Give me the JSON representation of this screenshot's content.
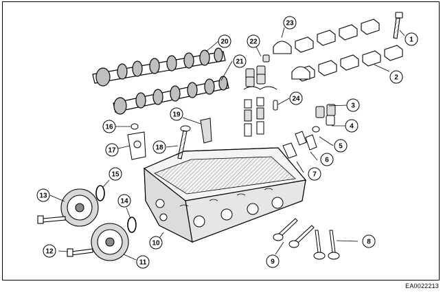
{
  "figure": {
    "doc_id": "EA0022213",
    "colors": {
      "line": "#000000",
      "fill": "#ffffff",
      "shade": "#d0d0d0",
      "dark": "#555555"
    }
  },
  "callouts": [
    {
      "label": "1"
    },
    {
      "label": "2"
    },
    {
      "label": "3"
    },
    {
      "label": "4"
    },
    {
      "label": "5"
    },
    {
      "label": "6"
    },
    {
      "label": "7"
    },
    {
      "label": "8"
    },
    {
      "label": "9"
    },
    {
      "label": "10"
    },
    {
      "label": "11"
    },
    {
      "label": "12"
    },
    {
      "label": "13"
    },
    {
      "label": "14"
    },
    {
      "label": "15"
    },
    {
      "label": "16"
    },
    {
      "label": "17"
    },
    {
      "label": "18"
    },
    {
      "label": "19"
    },
    {
      "label": "20"
    },
    {
      "label": "21"
    },
    {
      "label": "22"
    },
    {
      "label": "23"
    },
    {
      "label": "24"
    }
  ]
}
